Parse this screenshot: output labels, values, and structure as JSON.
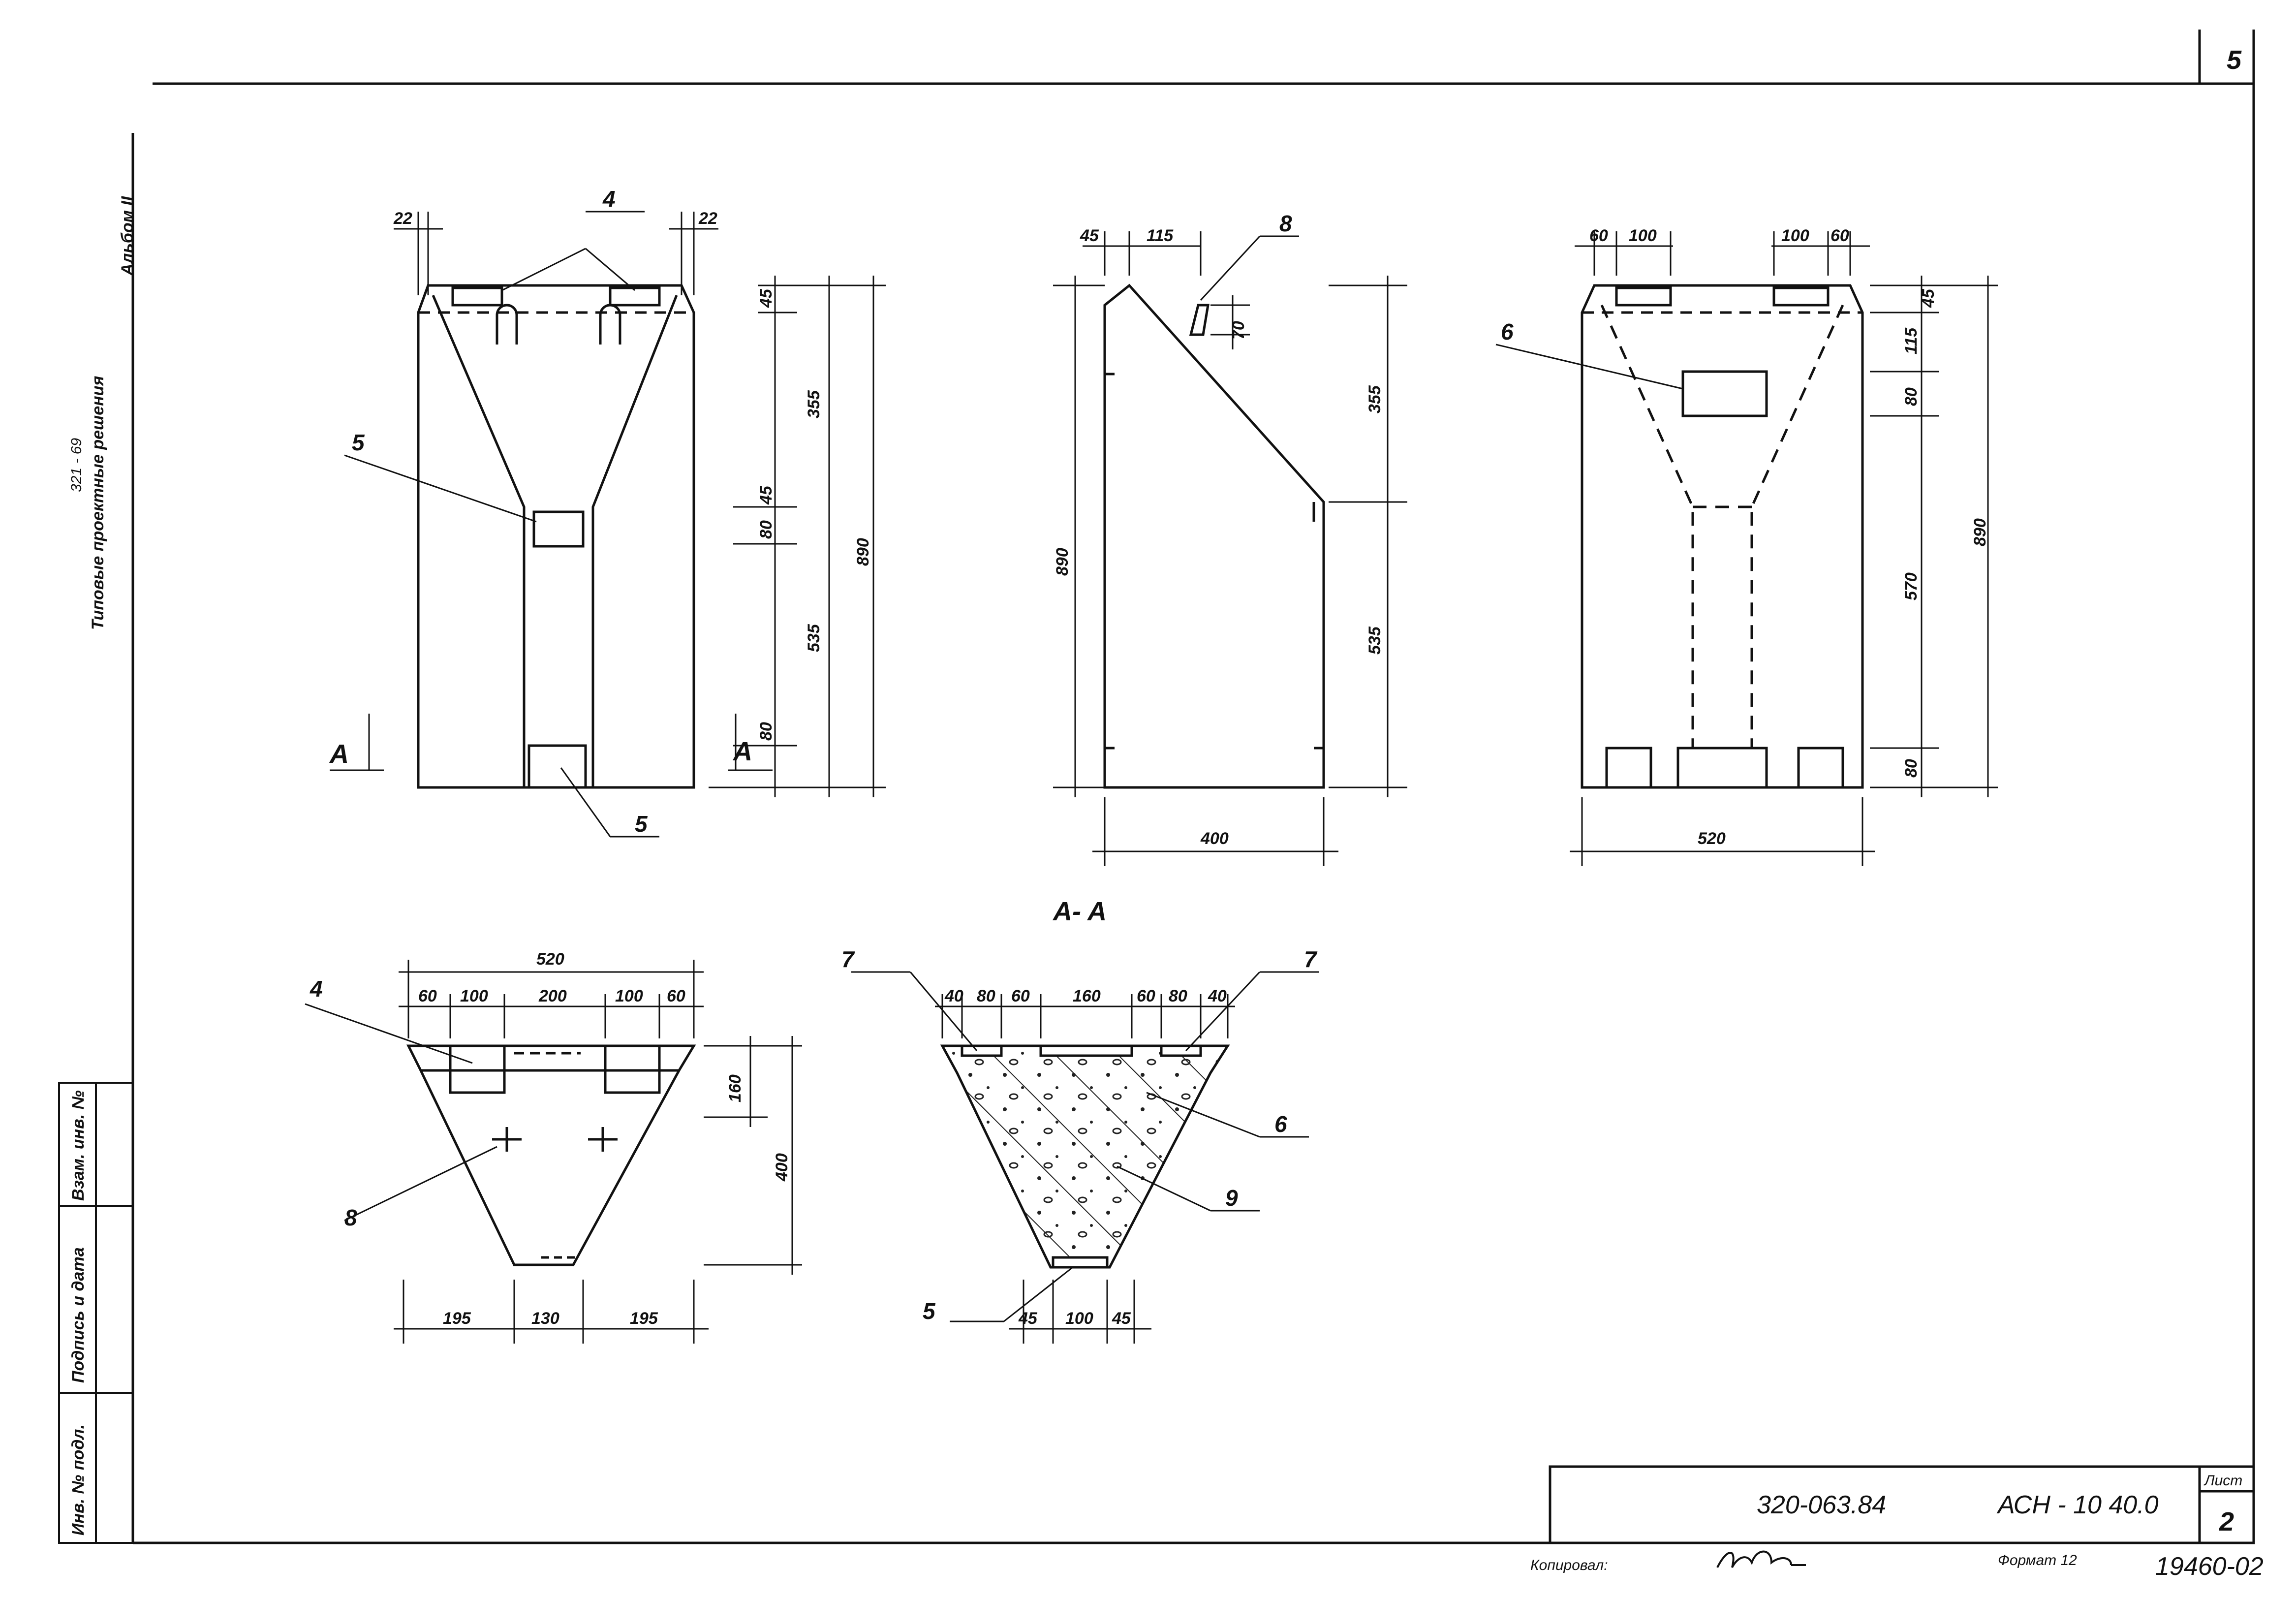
{
  "sheet_number_top": "5",
  "side_caption": {
    "line1": "Типовые проектные решения",
    "line2": "Альбом II",
    "line3": "321 - 69"
  },
  "side_stamp": [
    "Взам. инв. №",
    "Подпись и дата",
    "Инв. № подл."
  ],
  "view_front": {
    "dims_top": [
      "22",
      "22"
    ],
    "callouts": [
      "4",
      "5",
      "5"
    ],
    "dims_right": [
      "45",
      "355",
      "45",
      "80",
      "535",
      "80",
      "890"
    ],
    "section_mark": "A"
  },
  "view_side": {
    "dims_top": [
      "45",
      "115"
    ],
    "callout": "8",
    "dims": [
      "70",
      "355",
      "535",
      "890",
      "400"
    ]
  },
  "view_back": {
    "dims_top": [
      "60",
      "100",
      "100",
      "60"
    ],
    "callout": "6",
    "dims_right": [
      "45",
      "115",
      "80",
      "570",
      "80",
      "890"
    ],
    "dim_bottom": "520"
  },
  "section_title": "A- A",
  "section_plan": {
    "dims_top": [
      "520",
      "60",
      "100",
      "200",
      "100",
      "60"
    ],
    "callouts": [
      "4",
      "8"
    ],
    "dims_right": [
      "160",
      "400"
    ],
    "dims_bottom": [
      "195",
      "130",
      "195"
    ]
  },
  "section_cut": {
    "dims_top": [
      "40",
      "80",
      "60",
      "160",
      "60",
      "80",
      "40"
    ],
    "callouts": [
      "7",
      "7",
      "6",
      "9",
      "5"
    ],
    "dims_bottom": [
      "45",
      "100",
      "45"
    ]
  },
  "title_block": {
    "code": "320-063.84",
    "series": "АСН - 10 40.0",
    "sheet_label": "Лист",
    "sheet_number": "2",
    "copied_label": "Копировал:",
    "format_label": "Формат 12",
    "archive_number": "19460-02"
  }
}
